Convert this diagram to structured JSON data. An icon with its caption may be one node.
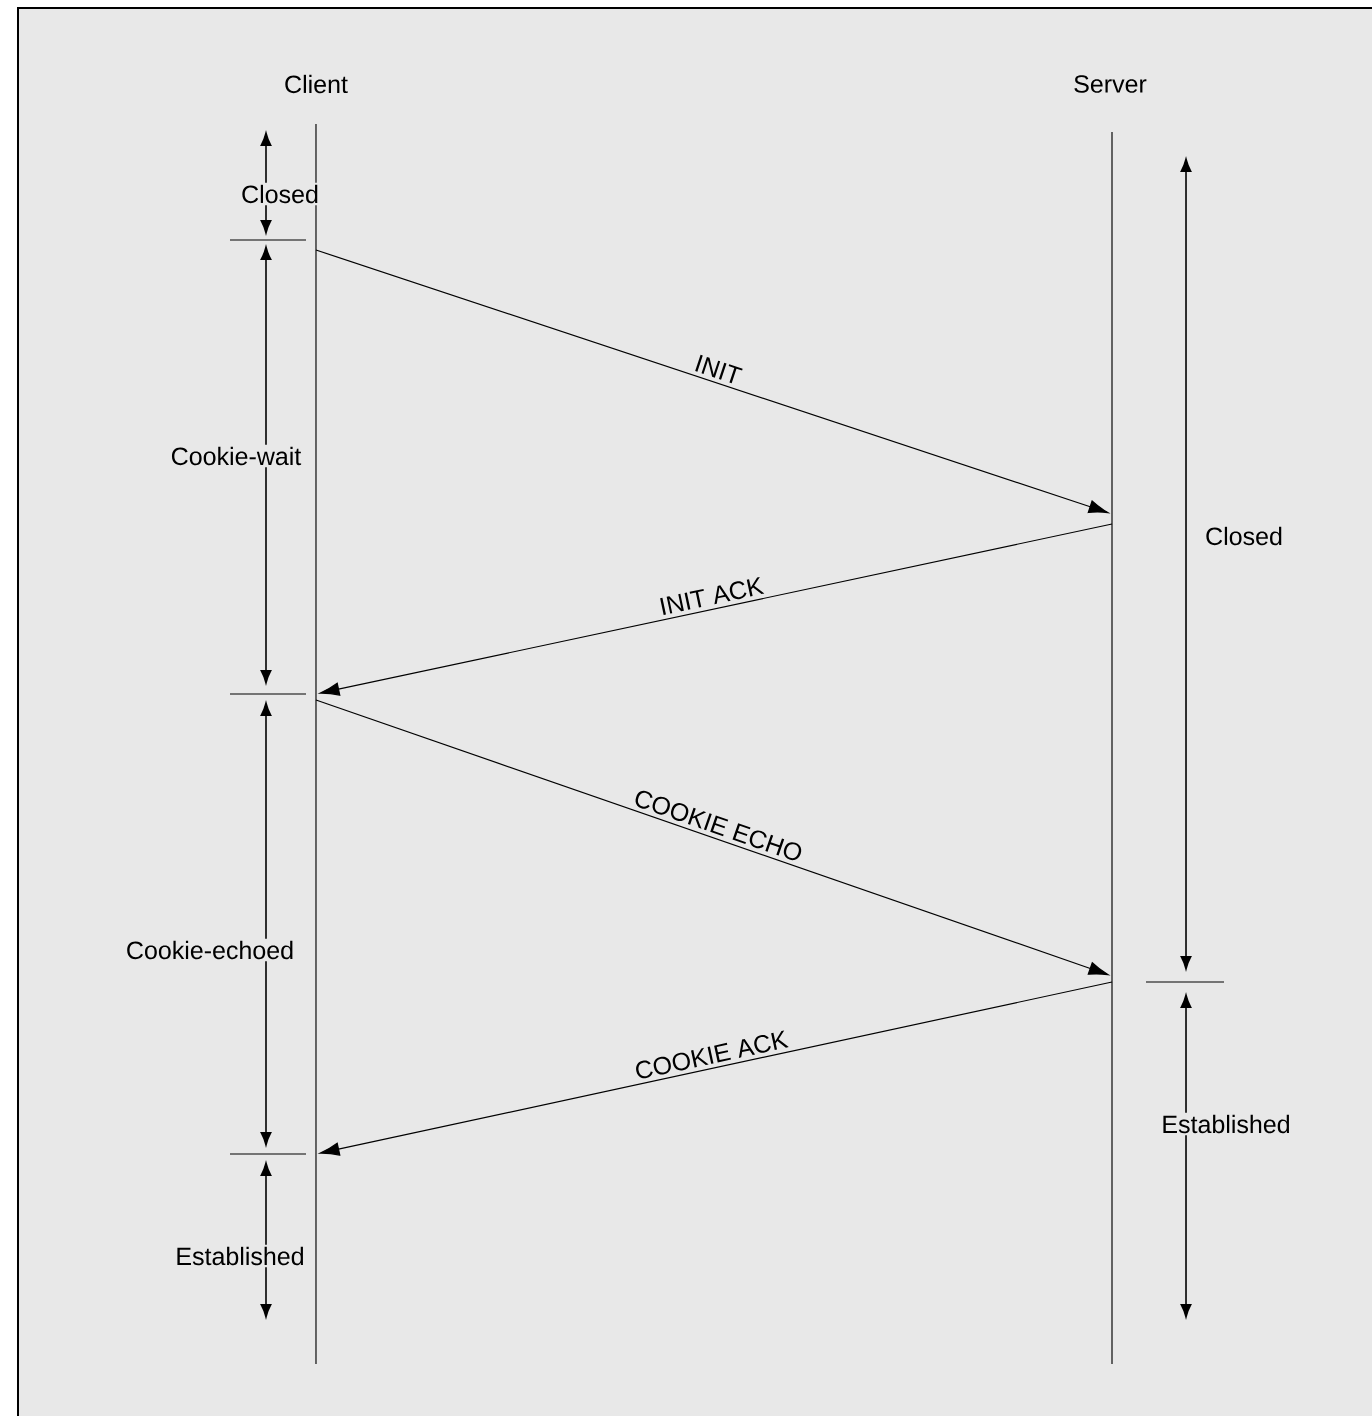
{
  "diagram": {
    "nodes": [
      {
        "text": [],
        "shape": "line",
        "beside": [
          "Client"
        ]
      },
      {
        "text": [],
        "shape": "line",
        "beside": [
          "Server"
        ]
      }
    ],
    "edges": [
      {
        "from": 0,
        "to": 1,
        "arrow": "to",
        "label": "INIT"
      },
      {
        "from": 1,
        "to": 0,
        "arrow": "to",
        "label": "INIT ACK"
      },
      {
        "from": 0,
        "to": 1,
        "arrow": "to",
        "label": "COOKIE ECHO"
      },
      {
        "from": 1,
        "to": 0,
        "arrow": "to",
        "label": "COOKIE ACK"
      }
    ],
    "labels": [
      "Closed",
      "Cookie-wait",
      "Closed",
      "Cookie-echoed",
      "Established",
      "Established"
    ]
  }
}
